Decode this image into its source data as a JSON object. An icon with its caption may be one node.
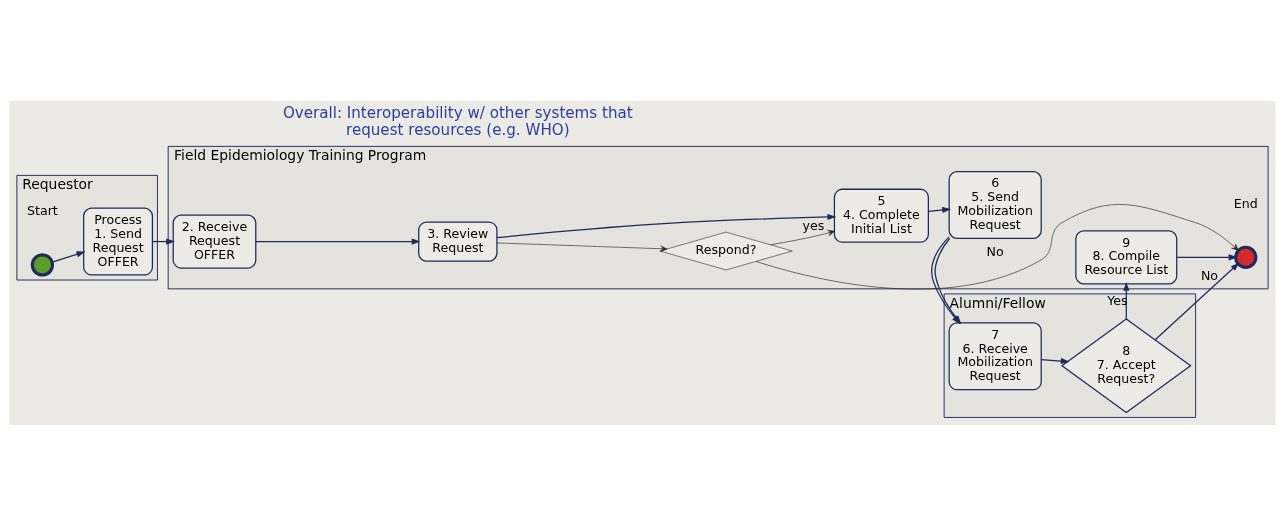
{
  "diagram": {
    "nodes": [
      {
        "text": [
          "Requestor"
        ]
      },
      {
        "text": [],
        "shape": "circle",
        "in": 0,
        "beside": [
          "Start"
        ]
      },
      {
        "text": [
          "Process",
          "1. Send Request",
          "OFFER"
        ],
        "in": 0
      },
      {
        "text": [
          "Field Epidemiology Training Program"
        ]
      },
      {
        "text": [
          "2. Receive Request",
          "OFFER"
        ],
        "in": 3
      },
      {
        "text": [
          "3. Review Request"
        ],
        "in": 3
      },
      {
        "text": [
          "Respond?"
        ],
        "in": 3
      },
      {
        "text": [
          "5",
          "4. Complete Initial List"
        ],
        "in": 3
      },
      {
        "text": [
          "6",
          "5. Send Mobilization Request"
        ],
        "in": 3
      },
      {
        "text": [
          "9",
          "8. Compile Resource List"
        ],
        "in": 3
      },
      {
        "text": [],
        "shape": "circle",
        "in": 3,
        "beside": [
          "End"
        ]
      },
      {
        "text": [
          "Alumni/Fellow"
        ]
      },
      {
        "text": [
          "7",
          "6. Receive Mobilization Request"
        ],
        "in": 11
      },
      {
        "text": [
          "8",
          "7. Accept Request?"
        ],
        "in": 11
      }
    ],
    "edges": [
      {
        "from": 1,
        "to": 2,
        "arrow": "to"
      },
      {
        "from": 2,
        "to": 4,
        "arrow": "to"
      },
      {
        "from": 4,
        "to": 5,
        "arrow": "to"
      },
      {
        "from": 5,
        "to": 7,
        "arrow": "to"
      },
      {
        "from": 5,
        "to": 6,
        "arrow": "to",
        "color": "#222222"
      },
      {
        "from": 6,
        "to": 7,
        "arrow": "to",
        "label": "yes",
        "color": "#222222"
      },
      {
        "from": 6,
        "to": 10,
        "arrow": "to",
        "label": "No",
        "color": "#222222"
      },
      {
        "from": 7,
        "to": 8,
        "arrow": "to"
      },
      {
        "from": 8,
        "to": 12,
        "arrow": "to"
      },
      {
        "from": 12,
        "to": 13,
        "arrow": "to"
      },
      {
        "from": 13,
        "to": 9,
        "arrow": "to",
        "label": "Yes"
      },
      {
        "from": 13,
        "to": 10,
        "arrow": "to",
        "label": "No"
      },
      {
        "from": 9,
        "to": 10,
        "arrow": "to"
      }
    ],
    "labels": [
      "Overall: Interoperability w/ other systems that request resources (e.g. WHO)"
    ]
  }
}
